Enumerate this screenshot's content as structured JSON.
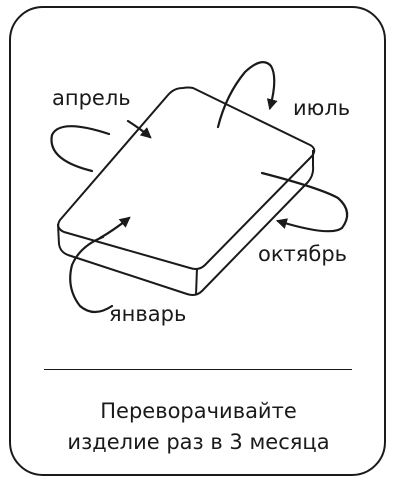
{
  "labels": {
    "april": "апрель",
    "july": "июль",
    "october": "октябрь",
    "january": "январь"
  },
  "caption": {
    "line1": "Переворачивайте",
    "line2": "изделие раз в 3 месяца"
  },
  "colors": {
    "stroke": "#1a1a1a",
    "background": "#ffffff"
  }
}
